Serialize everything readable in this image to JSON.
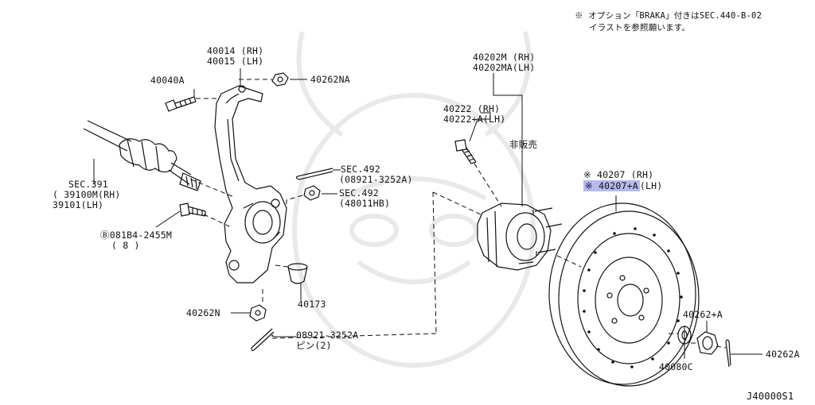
{
  "note": {
    "line1": "※ オプション「BRAKA」付きはSEC.440-B-02",
    "line2": "イラストを参照願います。"
  },
  "labels": {
    "knuckle_rh": "40014 (RH)",
    "knuckle_lh": "40015 (LH)",
    "bolt_40040a": "40040A",
    "nut_40262na": "40262NA",
    "sec391": "SEC.391",
    "sec391_rh": "( 39100M(RH)",
    "sec391_lh": "  39101(LH)",
    "bolt_081b4": "Ⓑ081B4-2455M",
    "bolt_081b4_qty": "( 8 )",
    "sec492_a": "SEC.492",
    "sec492_a_sub": "(08921-3252A)",
    "sec492_b": "SEC.492",
    "sec492_b_sub": "(48011HB)",
    "cap_40173": "40173",
    "nut_40262n": "40262N",
    "pin_08921": "08921-3252A",
    "pin_08921_sub": "ピン(2)",
    "hub_rh": "40202M  (RH)",
    "hub_lh": "40202MA(LH)",
    "bolt_40222_rh": "40222    (RH)",
    "bolt_40222_lh": "40222+A(LH)",
    "not_for_sale": "非販売",
    "rotor_rh": "※ 40207     (RH)",
    "rotor_lh_code": "※ 40207+A",
    "rotor_lh_side": "(LH)",
    "nut_40262a_plus": "40262+A",
    "washer_40080c": "40080C",
    "pin_40262a": "40262A",
    "diagram_id": "J40000S1"
  },
  "colors": {
    "line": "#111111",
    "highlight": "#b7b9ee",
    "watermark": "#e9e9e9"
  }
}
